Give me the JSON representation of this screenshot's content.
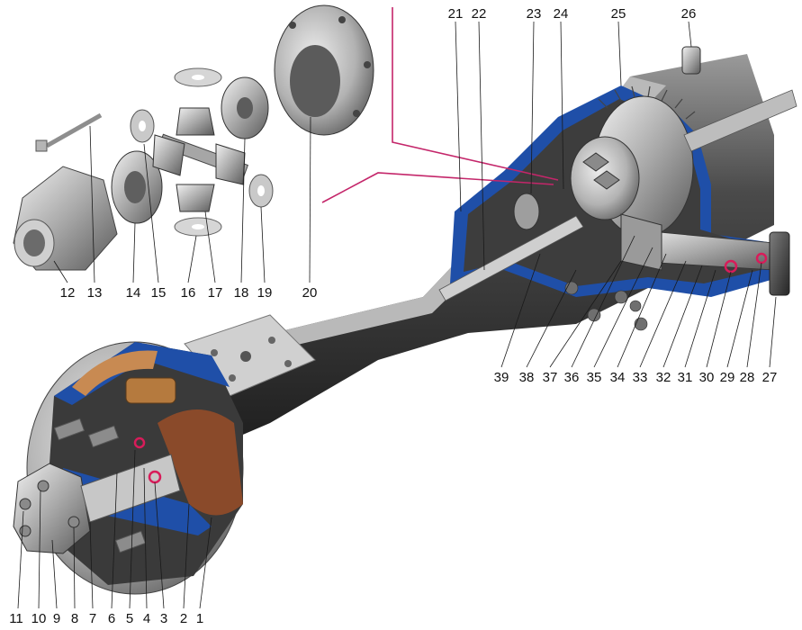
{
  "colors": {
    "cutaway_blue": "#1f4fa8",
    "pointer_magenta": "#c4266a",
    "seal_red": "#d81c5a",
    "brake_lining": "#8a4a2a",
    "background": "#ffffff"
  },
  "callouts": {
    "c1": "1",
    "c2": "2",
    "c3": "3",
    "c4": "4",
    "c5": "5",
    "c6": "6",
    "c7": "7",
    "c8": "8",
    "c9": "9",
    "c10": "10",
    "c11": "11",
    "c12": "12",
    "c13": "13",
    "c14": "14",
    "c15": "15",
    "c16": "16",
    "c17": "17",
    "c18": "18",
    "c19": "19",
    "c20": "20",
    "c21": "21",
    "c22": "22",
    "c23": "23",
    "c24": "24",
    "c25": "25",
    "c26": "26",
    "c27": "27",
    "c28": "28",
    "c29": "29",
    "c30": "30",
    "c31": "31",
    "c32": "32",
    "c33": "33",
    "c34": "34",
    "c35": "35",
    "c36": "36",
    "c37": "37",
    "c38": "38",
    "c39": "39"
  }
}
